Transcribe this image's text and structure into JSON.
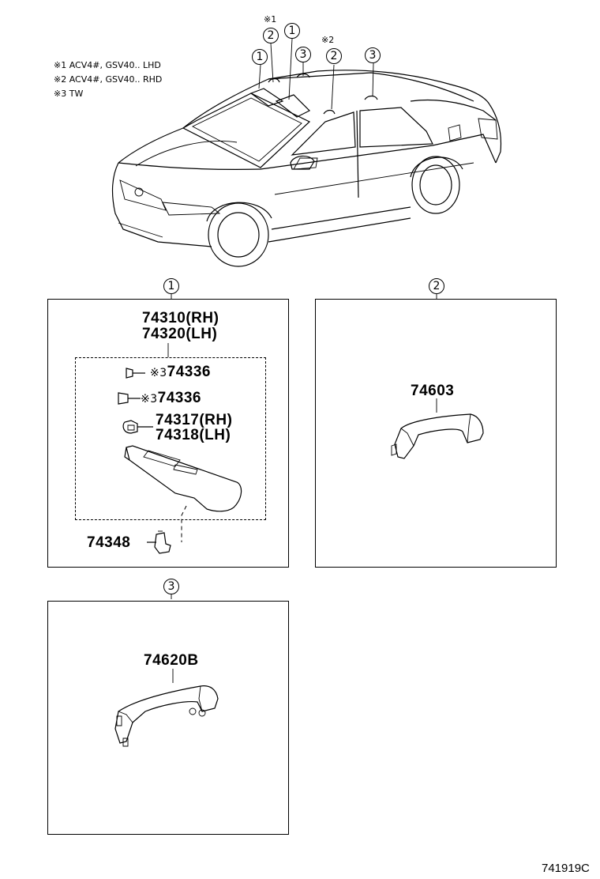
{
  "legend": {
    "note1_mark": "※1",
    "note1_text": "ACV4#, GSV40.. LHD",
    "note2_mark": "※2",
    "note2_text": "ACV4#, GSV40.. RHD",
    "note3_mark": "※3",
    "note3_text": "TW"
  },
  "callouts": {
    "c1": "1",
    "c2": "2",
    "c3": "3",
    "note1_mark": "※1",
    "note2_mark": "※2"
  },
  "panel1": {
    "number": "1",
    "visor_rh": "74310(RH)",
    "visor_lh": "74320(LH)",
    "screw_a_mark": "※3",
    "screw_a_code": "74336",
    "screw_b_mark": "※3",
    "screw_b_code": "74336",
    "holder_rh": "74317(RH)",
    "holder_lh": "74318(LH)",
    "clip_code": "74348"
  },
  "panel2": {
    "number": "2",
    "grip_code": "74603"
  },
  "panel3": {
    "number": "3",
    "grip_code": "74620B"
  },
  "footer": {
    "diagram_id": "741919C"
  }
}
